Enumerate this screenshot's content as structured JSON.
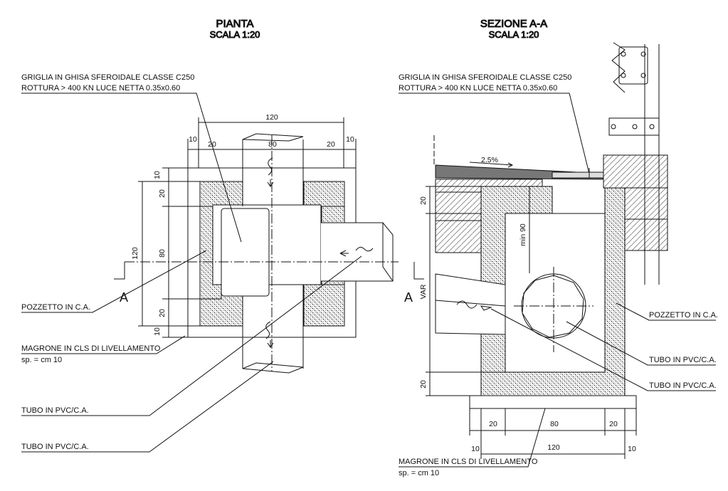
{
  "plan": {
    "title": "PIANTA",
    "scale": "SCALA 1:20",
    "label_griglia_1": "GRIGLIA IN GHISA SFEROIDALE CLASSE C250",
    "label_griglia_2": "ROTTURA > 400 KN LUCE NETTA 0.35x0.60",
    "label_pozzetto": "POZZETTO IN C.A.",
    "label_magrone_1": "MAGRONE IN CLS DI LIVELLAMENTO",
    "label_magrone_2": "sp. = cm 10",
    "label_tubo_1": "TUBO IN PVC/C.A.",
    "label_tubo_2": "TUBO IN PVC/C.A.",
    "cut_left": "A",
    "cut_right": "A",
    "dims": {
      "top_total": "120",
      "top_10a": "10",
      "top_20a": "20",
      "top_80": "80",
      "top_20b": "20",
      "top_10b": "10",
      "left_total": "120",
      "left_10a": "10",
      "left_20a": "20",
      "left_80": "80",
      "left_20b": "20",
      "left_10b": "10"
    }
  },
  "section": {
    "title": "SEZIONE A-A",
    "scale": "SCALA 1:20",
    "label_griglia_1": "GRIGLIA IN GHISA SFEROIDALE CLASSE C250",
    "label_griglia_2": "ROTTURA > 400 KN LUCE NETTA 0.35x0.60",
    "slope": "2.5%",
    "label_pozzetto": "POZZETTO IN C.A.",
    "label_tubo_1": "TUBO IN PVC/C.A.",
    "label_tubo_2": "TUBO IN PVC/C.A.",
    "label_magrone_1": "MAGRONE IN CLS DI LIVELLAMENTO",
    "label_magrone_2": "sp. = cm 10",
    "dims": {
      "min90": "min 90",
      "var": "VAR",
      "left_20a": "20",
      "left_20b": "20",
      "bot_20a": "20",
      "bot_80": "80",
      "bot_20b": "20",
      "bot_10a": "10",
      "bot_120": "120",
      "bot_10b": "10"
    }
  }
}
